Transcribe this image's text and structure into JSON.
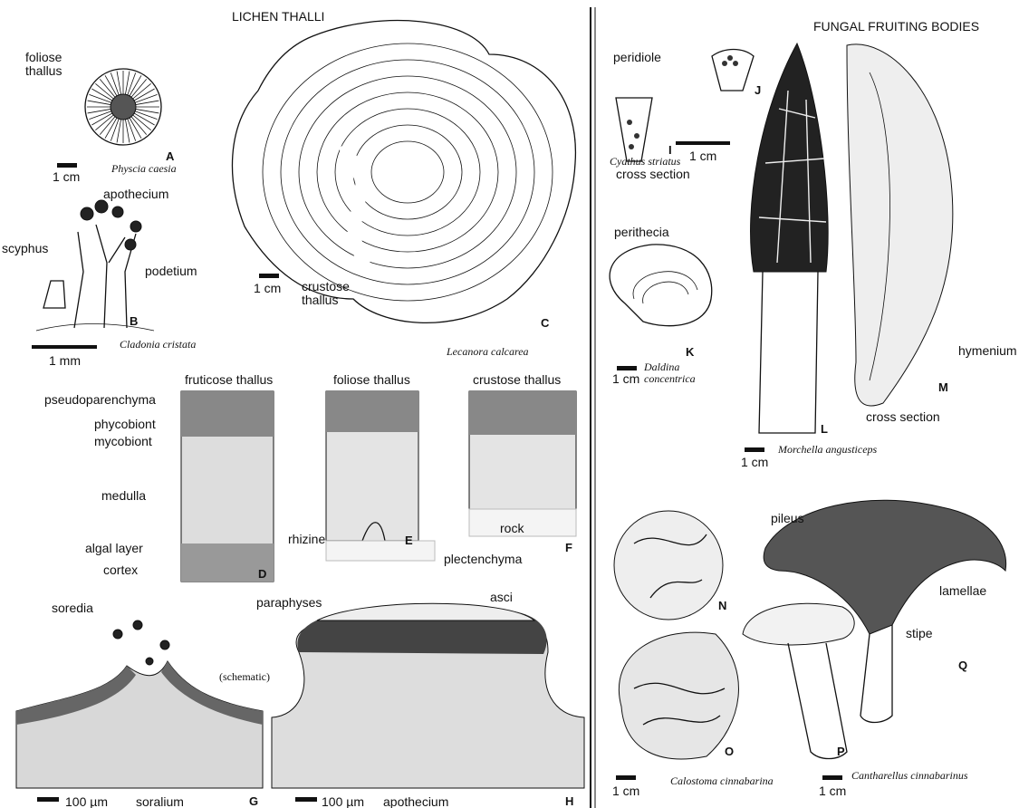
{
  "sections": {
    "lichen": "LICHEN THALLI",
    "fungal": "FUNGAL FRUITING BODIES"
  },
  "labels": {
    "foliose_thallus_A": "foliose\nthallus",
    "physcia": "Physcia caesia",
    "scale_1cm": "1 cm",
    "scale_1mm": "1 mm",
    "scale_100um": "100 µm",
    "apothecium_top": "apothecium",
    "scyphus": "scyphus",
    "podetium": "podetium",
    "cladonia": "Cladonia cristata",
    "crustose_thallus_C": "crustose\nthallus",
    "lecanora": "Lecanora calcarea",
    "fruticose_thallus": "fruticose thallus",
    "foliose_thallus": "foliose thallus",
    "crustose_thallus": "crustose thallus",
    "pseudoparenchyma": "pseudoparenchyma",
    "phycobiont": "phycobiont",
    "mycobiont": "mycobiont",
    "medulla": "medulla",
    "algal_layer": "algal layer",
    "cortex": "cortex",
    "rhizine": "rhizine",
    "plectenchyma": "plectenchyma",
    "rock": "rock",
    "soredia": "soredia",
    "schematic": "(schematic)",
    "soralium": "soralium",
    "paraphyses": "paraphyses",
    "asci": "asci",
    "apothecium_bottom": "apothecium",
    "peridiole": "peridiole",
    "cyathus": "Cyathus striatus",
    "cross_section": "cross section",
    "perithecia": "perithecia",
    "daldina": "Daldina\nconcentrica",
    "hymenium": "hymenium",
    "morchella": "Morchella angusticeps",
    "pileus": "pileus",
    "lamellae": "lamellae",
    "stipe": "stipe",
    "calostoma": "Calostoma cinnabarina",
    "cantharellus": "Cantharellus cinnabarinus"
  },
  "letters": [
    "A",
    "B",
    "C",
    "D",
    "E",
    "F",
    "G",
    "H",
    "I",
    "J",
    "K",
    "L",
    "M",
    "N",
    "O",
    "P",
    "Q"
  ]
}
